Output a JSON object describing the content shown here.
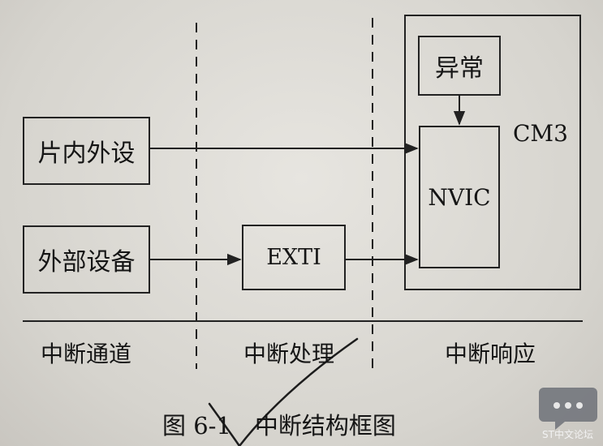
{
  "nodes": {
    "onchip": "片内外设",
    "external": "外部设备",
    "exti": "EXTI",
    "exception": "异常",
    "nvic": "NVIC",
    "cm3": "CM3"
  },
  "sections": {
    "channel": "中断通道",
    "handling": "中断处理",
    "response": "中断响应"
  },
  "caption": "图 6-1　中断结构框图",
  "watermark": "ST中文论坛"
}
